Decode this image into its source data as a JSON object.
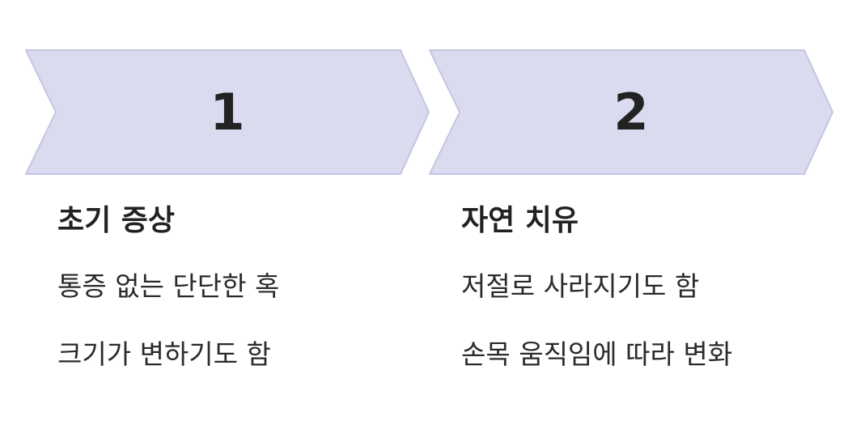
{
  "colors": {
    "chevron_fill": "#dadbef",
    "chevron_stroke": "#c3c5e3",
    "text": "#222222"
  },
  "steps": [
    {
      "number": "1",
      "title": "초기 증상",
      "lines": [
        "통증 없는 단단한 혹",
        "크기가 변하기도 함"
      ]
    },
    {
      "number": "2",
      "title": "자연 치유",
      "lines": [
        "저절로 사라지기도 함",
        "손목 움직임에 따라 변화"
      ]
    }
  ]
}
